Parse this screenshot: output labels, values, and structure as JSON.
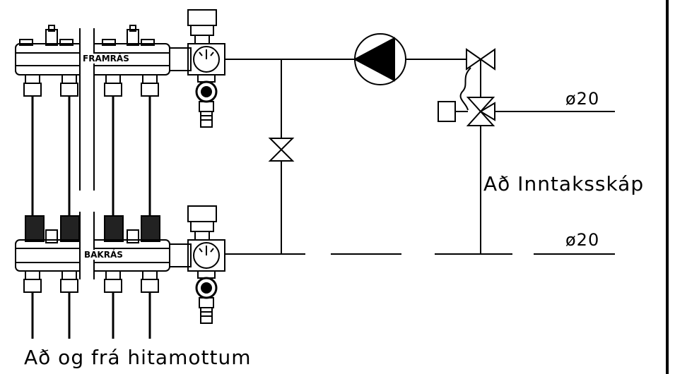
{
  "labels": {
    "supply": "FRAMRÁS",
    "return": "BAKRÁS",
    "pipe_size_upper": "ø20",
    "pipe_size_lower": "ø20",
    "intake_cabinet": "Að Inntaksskáp",
    "floor_loops": "Að og frá hitamottum"
  },
  "colors": {
    "line": "#000000",
    "paper": "#ffffff"
  },
  "icons": [
    "circulation-pump-icon",
    "three-way-valve-icon",
    "actuator-icon",
    "globe-valve-icon",
    "thermometer-gauge-icon",
    "flow-meter-icon"
  ]
}
